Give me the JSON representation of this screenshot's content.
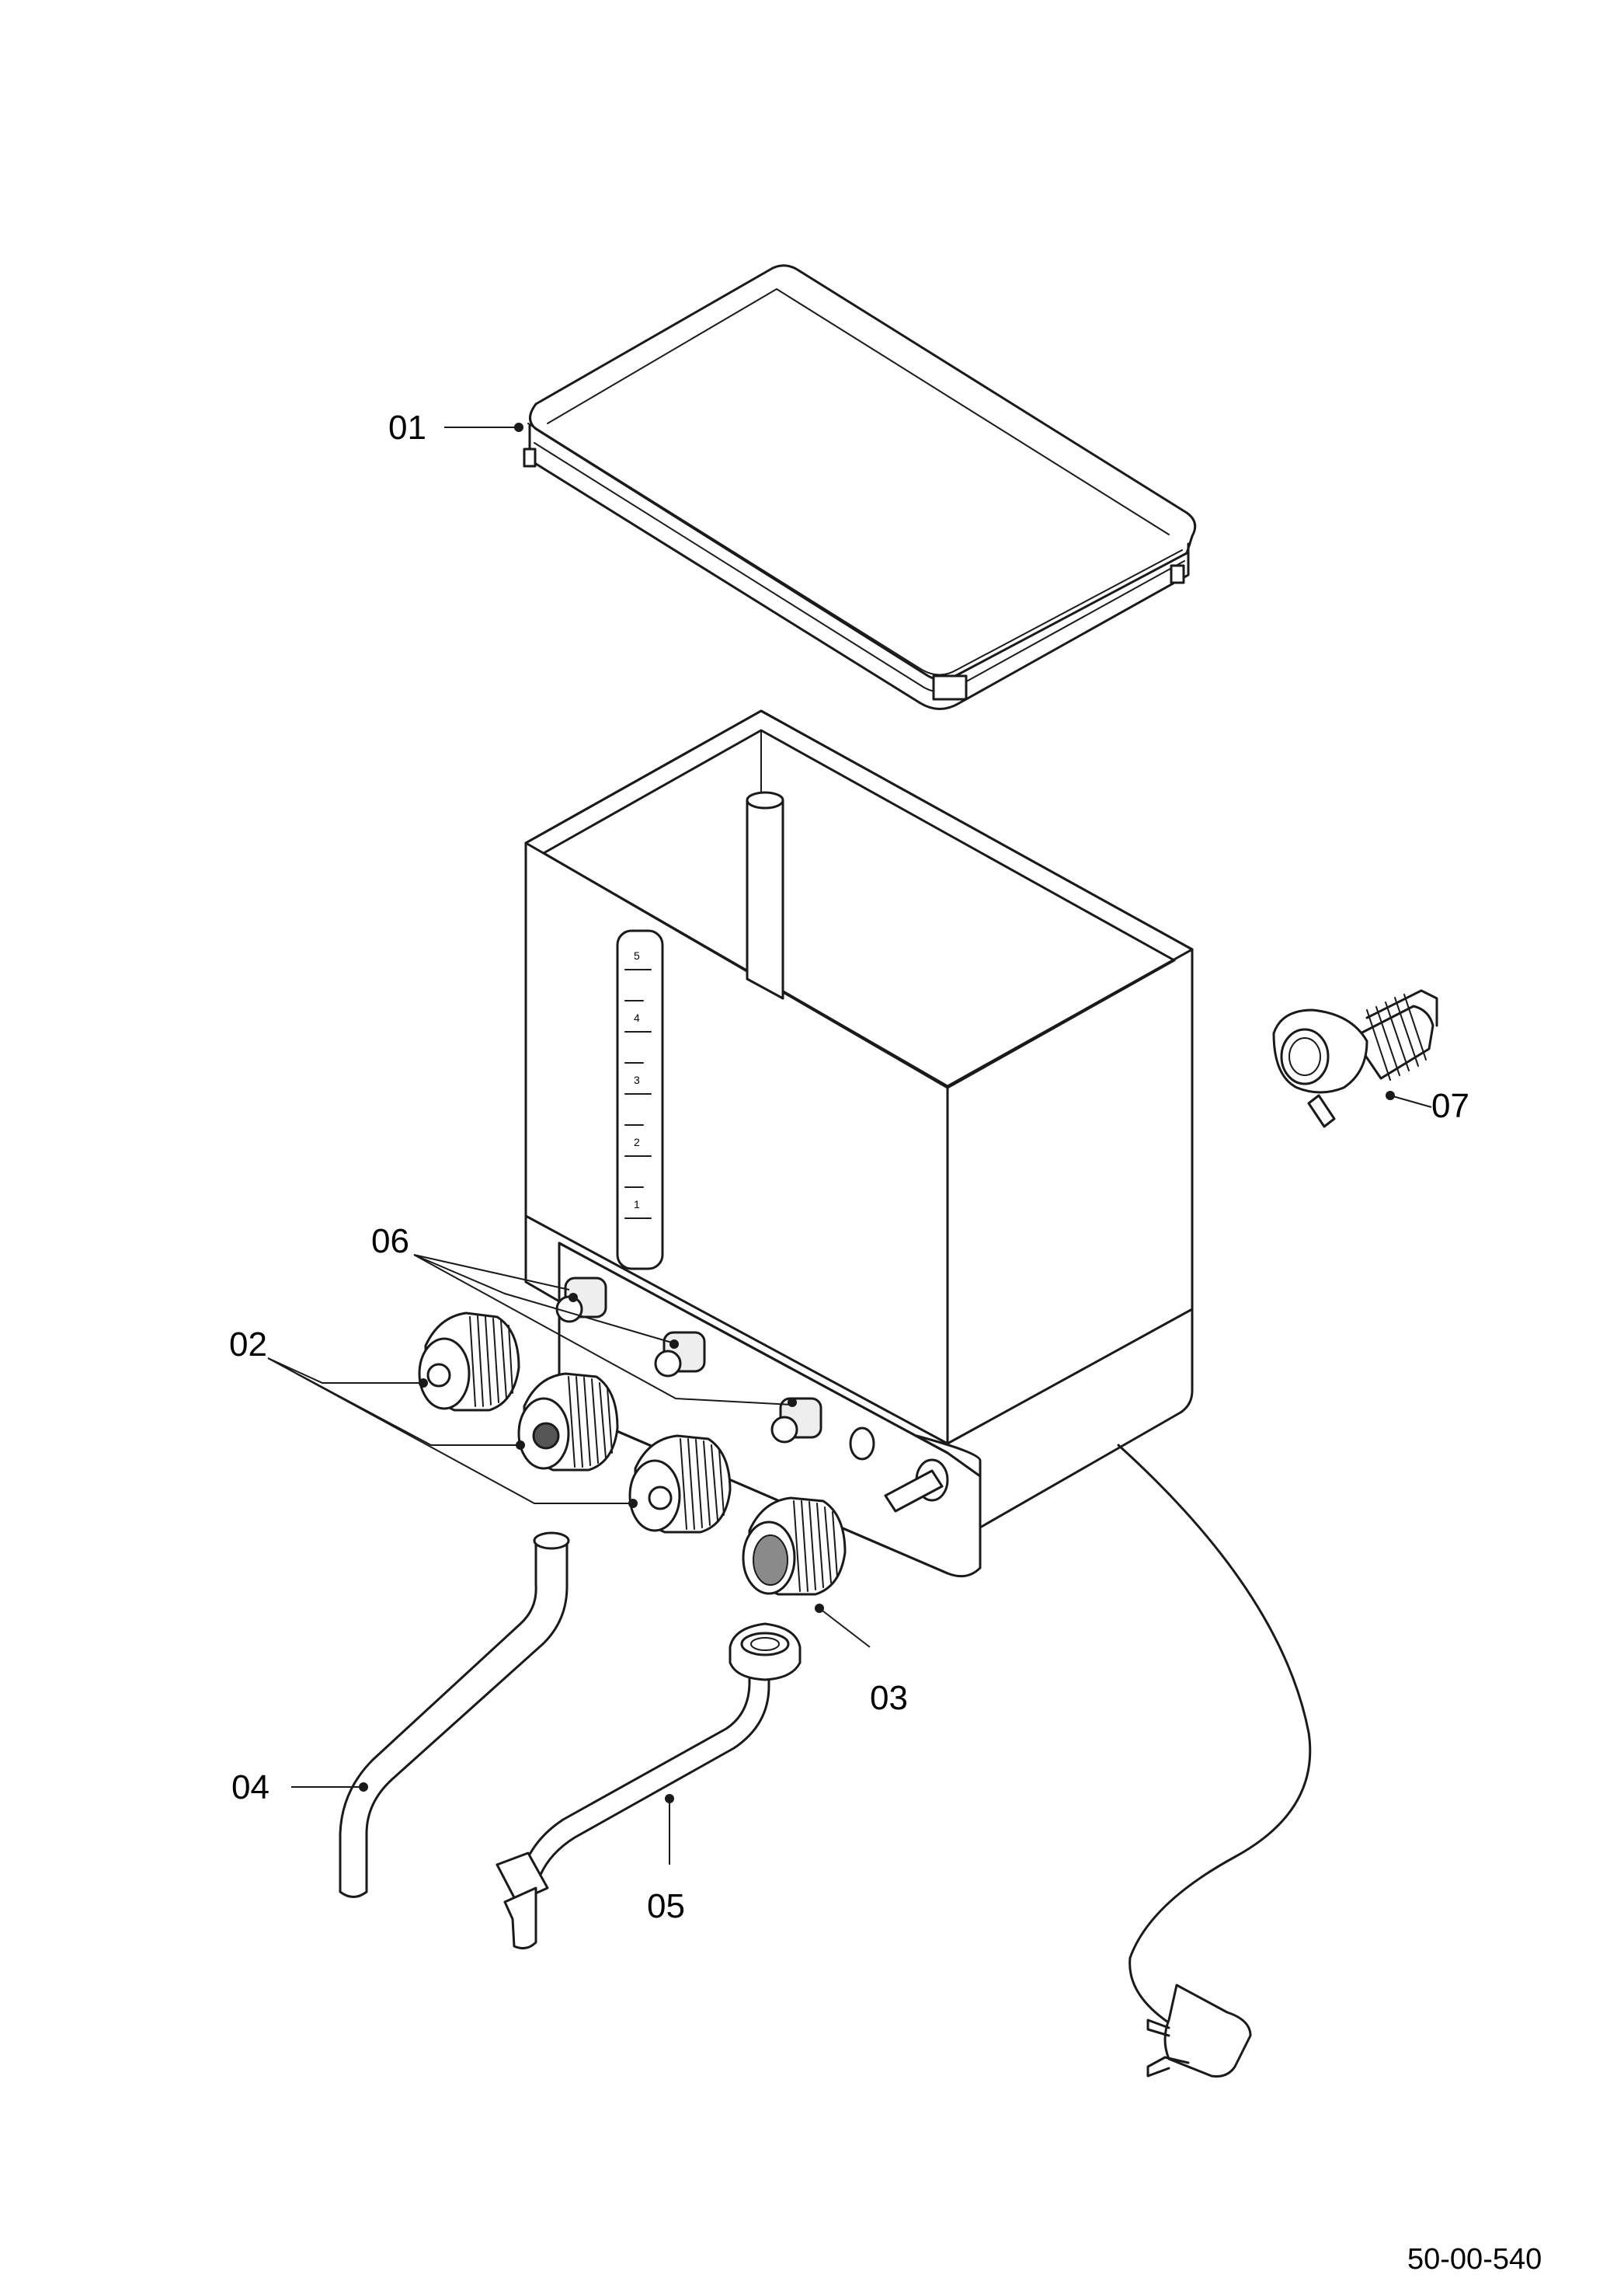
{
  "diagram": {
    "type": "exploded-parts-view",
    "callouts": [
      {
        "id": "01",
        "text": "01"
      },
      {
        "id": "02",
        "text": "02"
      },
      {
        "id": "03",
        "text": "03"
      },
      {
        "id": "04",
        "text": "04"
      },
      {
        "id": "05",
        "text": "05"
      },
      {
        "id": "06",
        "text": "06"
      },
      {
        "id": "07",
        "text": "07"
      }
    ],
    "gauge_scale": [
      "5",
      "4",
      "3",
      "2",
      "1"
    ],
    "drawing_number": "50-00-540"
  }
}
